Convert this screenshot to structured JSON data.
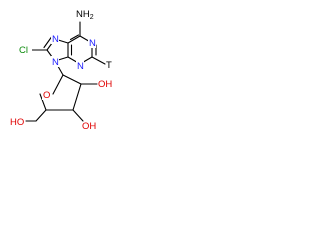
{
  "molecule": {
    "atoms": {
      "nh2": "NH",
      "nh2_sub": "2",
      "n1": "N",
      "n3": "N",
      "n7": "N",
      "n9": "N",
      "cl": "Cl",
      "t": "T",
      "o_ring": "O",
      "oh_2": "OH",
      "oh_3": "OH",
      "oh_5": "HO"
    },
    "colors": {
      "nitrogen": "#1a1aff",
      "chlorine": "#0a8a0a",
      "oxygen": "#e00000",
      "bond": "#000000",
      "label": "#000000"
    }
  }
}
